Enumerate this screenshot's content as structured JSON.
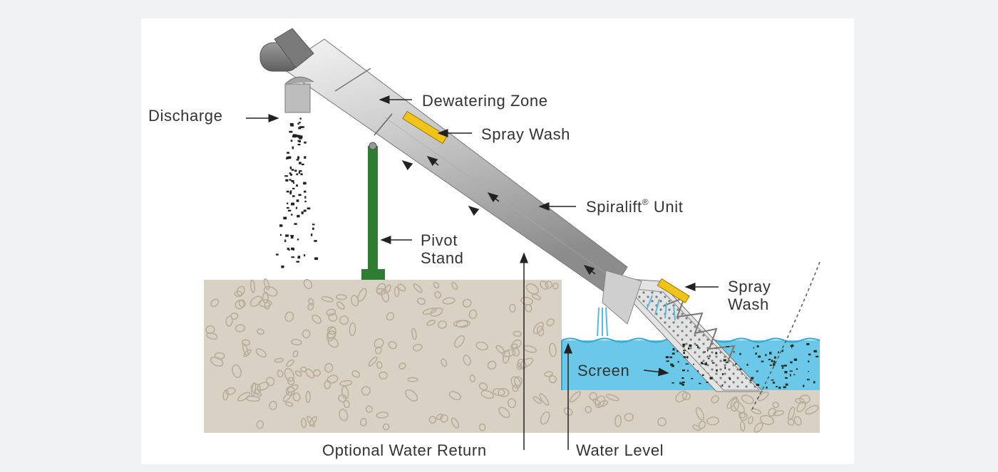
{
  "diagram": {
    "labels": {
      "discharge": "Discharge",
      "dewatering_zone": "Dewatering Zone",
      "spray_wash_upper": "Spray Wash",
      "spiralift_name": "Spiralift",
      "spiralift_reg": "®",
      "spiralift_unit": " Unit",
      "pivot_line1": "Pivot",
      "pivot_line2": "Stand",
      "spray_line1": "Spray",
      "spray_line2": "Wash",
      "screen": "Screen",
      "optional_water_return": "Optional Water Return",
      "water_level": "Water Level"
    },
    "colors": {
      "background": "#f1f2f4",
      "panel": "#ffffff",
      "ground": "#d9d1c4",
      "stone_outline": "#b9ad9b",
      "water": "#6cc8e8",
      "water_dark": "#2aa7d6",
      "stand": "#2e7d32",
      "spray_bar": "#f0c419",
      "tube_light": "#e9e9e9",
      "tube_dark": "#8f8f8f",
      "label_text": "#333333",
      "arrow": "#222222"
    },
    "icons": [
      "arrow-left-icon",
      "arrow-up-icon",
      "flow-arrow-icon"
    ]
  }
}
